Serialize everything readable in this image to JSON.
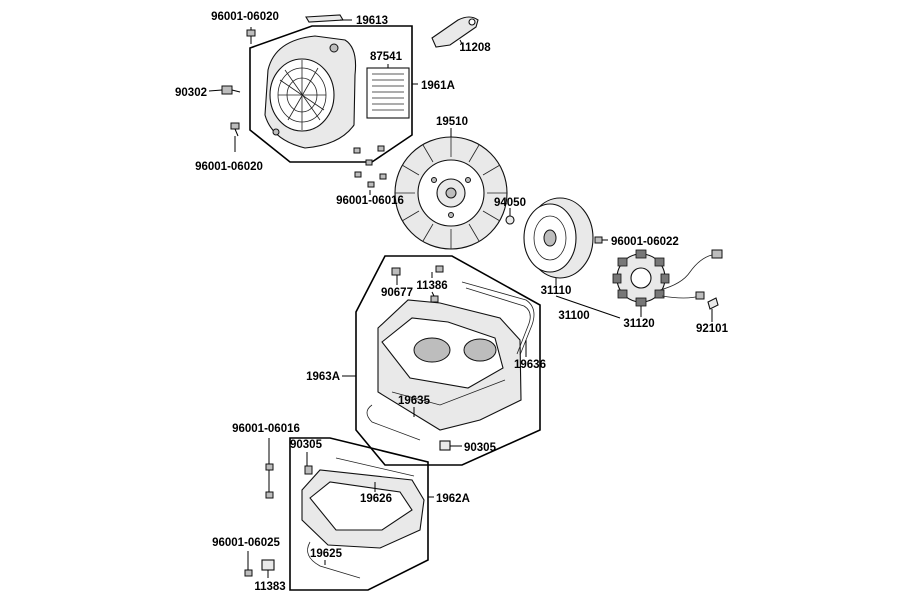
{
  "parts": {
    "p_96001_06020_top": "96001-06020",
    "p_19613": "19613",
    "p_11208": "11208",
    "p_87541": "87541",
    "p_1961A": "1961A",
    "p_90302": "90302",
    "p_96001_06020_bottom": "96001-06020",
    "p_19510": "19510",
    "p_96001_06016_top": "96001-06016",
    "p_94050": "94050",
    "p_96001_06022": "96001-06022",
    "p_90677": "90677",
    "p_11386": "11386",
    "p_31110": "31110",
    "p_31100": "31100",
    "p_31120": "31120",
    "p_92101": "92101",
    "p_19636": "19636",
    "p_1963A": "1963A",
    "p_19635": "19635",
    "p_90305_right": "90305",
    "p_96001_06016_bottom": "96001-06016",
    "p_90305_left": "90305",
    "p_19626": "19626",
    "p_1962A": "1962A",
    "p_96001_06025": "96001-06025",
    "p_19625": "19625",
    "p_11383": "11383"
  }
}
